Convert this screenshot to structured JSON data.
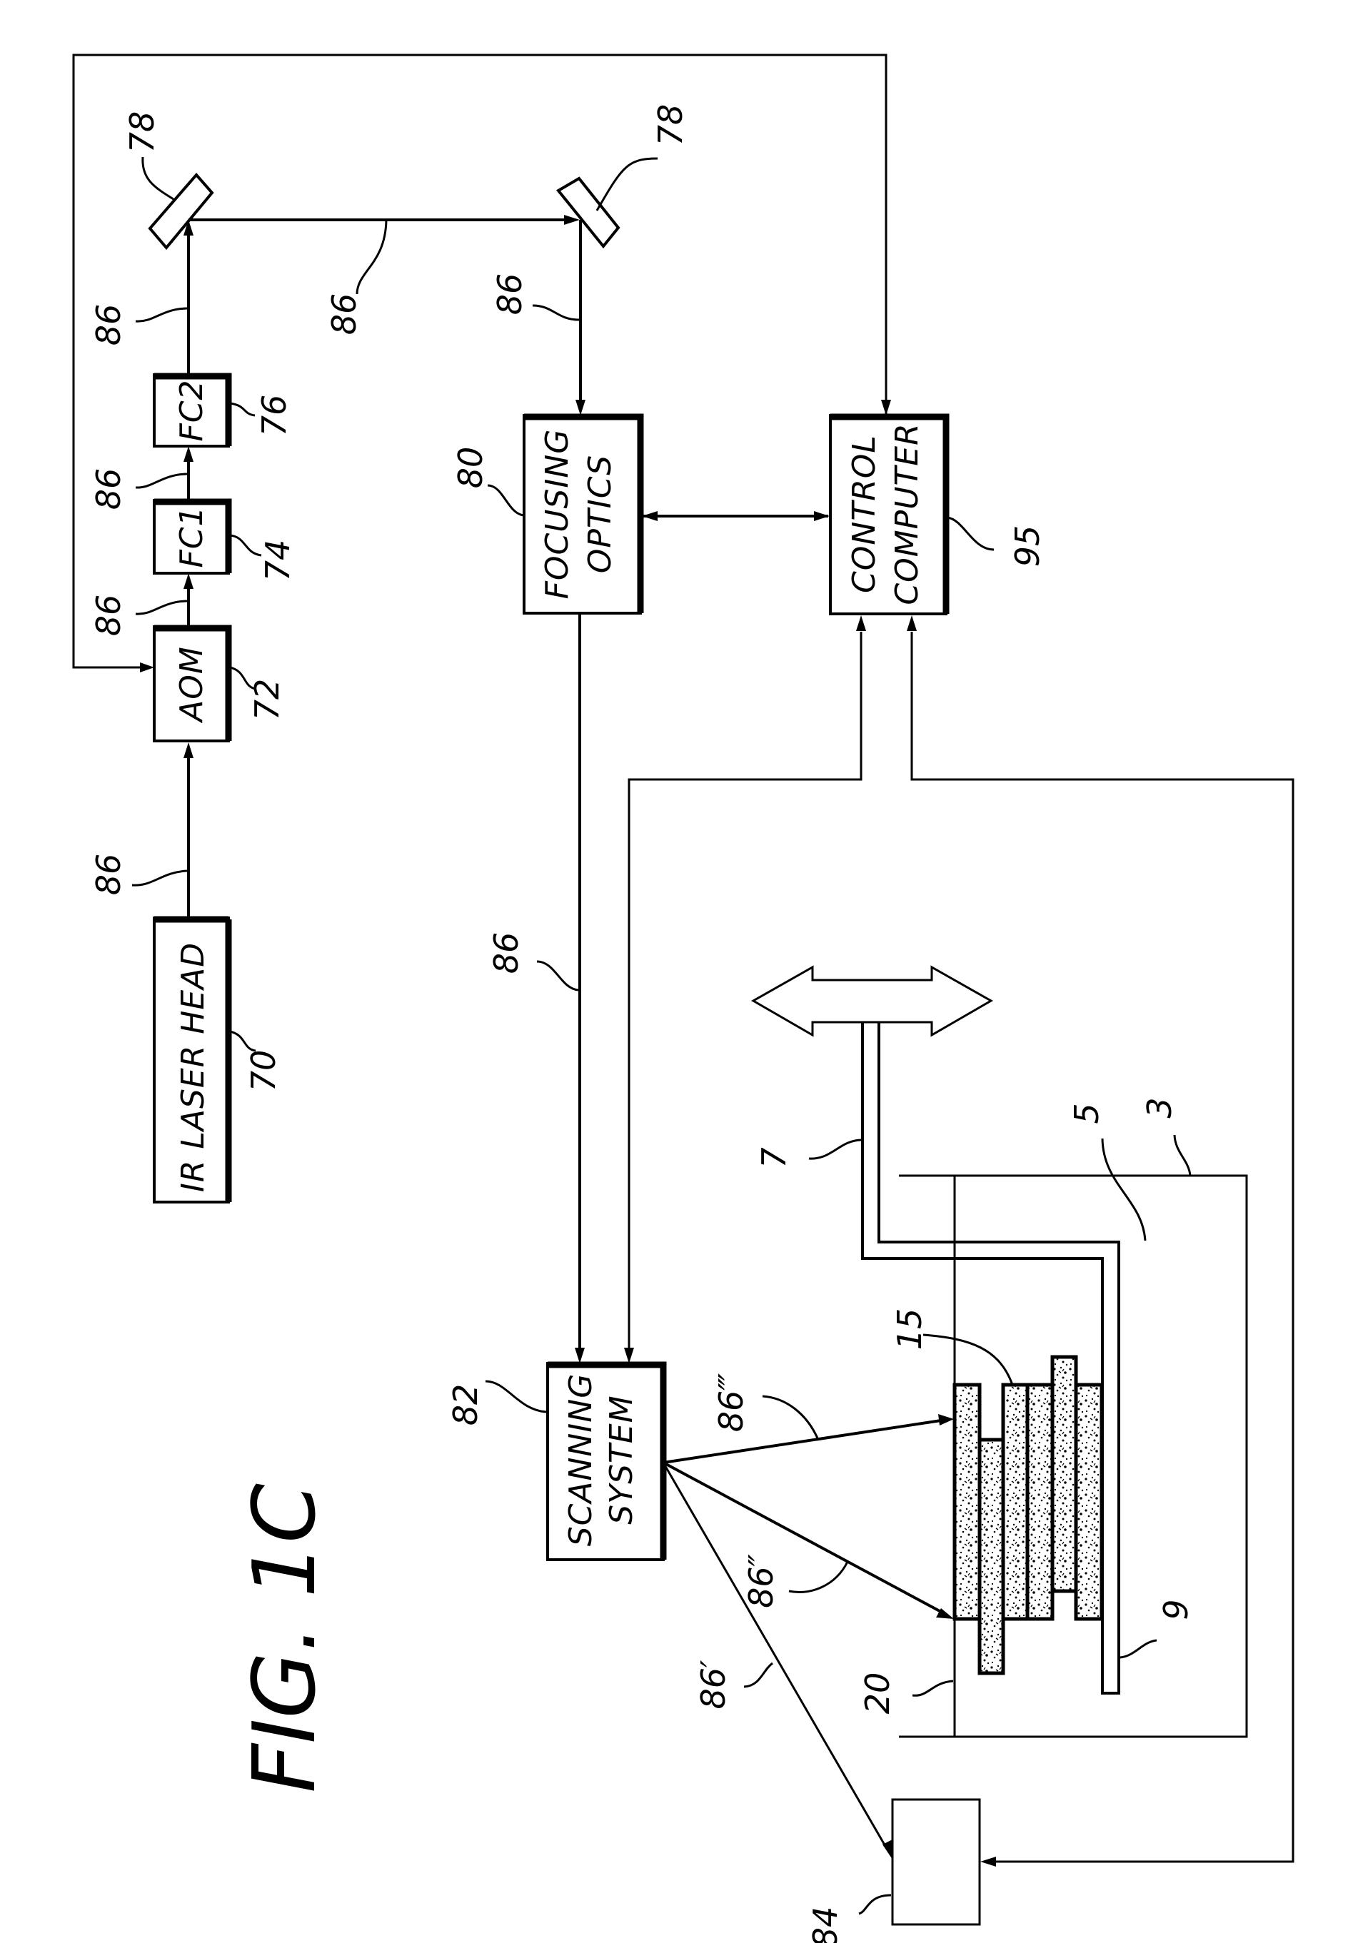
{
  "figure": {
    "title": "FIG. 1C"
  },
  "components": {
    "laser_head": {
      "text": "IR LASER HEAD",
      "ref": "70"
    },
    "aom": {
      "text": "AOM",
      "ref": "72"
    },
    "fc1": {
      "text": "FC1",
      "ref": "74"
    },
    "fc2": {
      "text": "FC2",
      "ref": "76"
    },
    "mirror_1": {
      "ref": "78"
    },
    "mirror_2": {
      "ref": "78"
    },
    "focusing_optics": {
      "line1": "FOCUSING",
      "line2": "OPTICS",
      "ref": "80"
    },
    "scanning_system": {
      "line1": "SCANNING",
      "line2": "SYSTEM",
      "ref": "82"
    },
    "detector": {
      "ref": "84"
    },
    "control_computer": {
      "line1": "CONTROL",
      "line2": "COMPUTER",
      "ref": "95"
    },
    "container": {
      "ref": "3"
    },
    "powder_bed": {
      "ref": "5"
    },
    "piston_rod": {
      "ref": "7"
    },
    "platform": {
      "ref": "9"
    },
    "part": {
      "ref": "15"
    },
    "wall": {
      "ref": "20"
    }
  },
  "beam_labels": {
    "b1": "86",
    "b2": "86",
    "b3": "86",
    "b4": "86",
    "b5": "86",
    "b6": "86",
    "b7": "86",
    "scan_1": "86′",
    "scan_2": "86″",
    "scan_3": "86‴"
  }
}
